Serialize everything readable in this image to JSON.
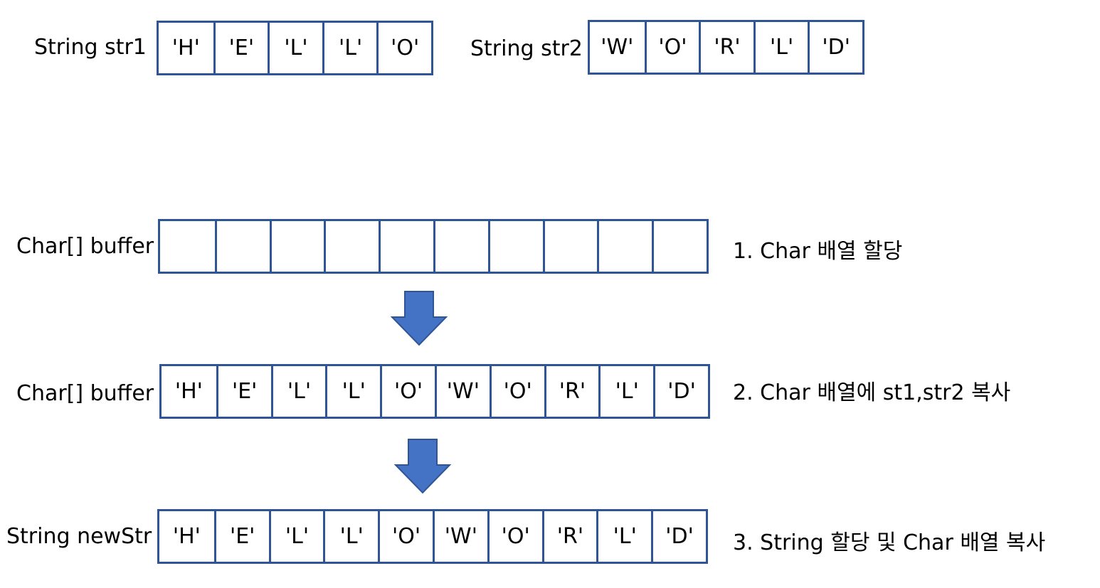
{
  "str1": {
    "label": "String str1",
    "cells": [
      "'H'",
      "'E'",
      "'L'",
      "'L'",
      "'O'"
    ]
  },
  "str2": {
    "label": "String str2",
    "cells": [
      "'W'",
      "'O'",
      "'R'",
      "'L'",
      "'D'"
    ]
  },
  "buffer_empty": {
    "label": "Char[] buffer",
    "cells": [
      "",
      "",
      "",
      "",
      "",
      "",
      "",
      "",
      "",
      ""
    ]
  },
  "buffer_filled": {
    "label": "Char[] buffer",
    "cells": [
      "'H'",
      "'E'",
      "'L'",
      "'L'",
      "'O'",
      "'W'",
      "'O'",
      "'R'",
      "'L'",
      "'D'"
    ]
  },
  "new_str": {
    "label": "String newStr",
    "cells": [
      "'H'",
      "'E'",
      "'L'",
      "'L'",
      "'O'",
      "'W'",
      "'O'",
      "'R'",
      "'L'",
      "'D'"
    ]
  },
  "steps": [
    "1. Char 배열 할당",
    "2. Char 배열에 st1,str2 복사",
    "3. String 할당 및 Char 배열 복사"
  ],
  "colors": {
    "border": "#2F5597",
    "arrow": "#4472C4",
    "arrow_stroke": "#2F5597"
  },
  "icons": {
    "arrow": "down-arrow-icon"
  }
}
